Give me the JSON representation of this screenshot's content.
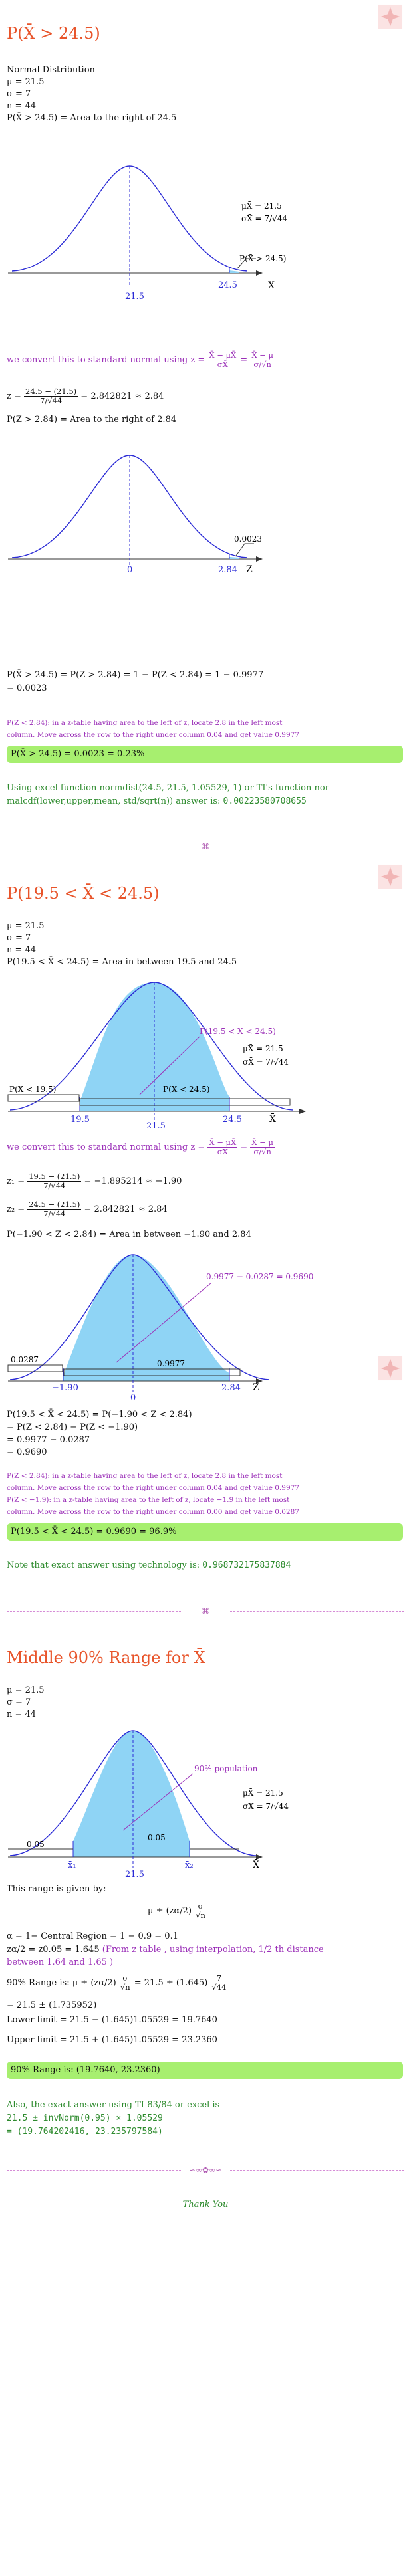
{
  "colors": {
    "heading": "#e8542a",
    "purple": "#9b30b8",
    "green": "#2e8b2e",
    "highlight": "#a7ef6f",
    "shade": "#8fd4f5",
    "curve": "#2b2bd6"
  },
  "s1": {
    "title": "P(X̄ > 24.5)",
    "l1": "Normal Distribution",
    "l2": "μ = 21.5",
    "l3": "σ = 7",
    "l4": "n = 44",
    "l5": "P(X̄ > 24.5) = Area to the right of 24.5",
    "g1": {
      "mu": "μX̄ = 21.5",
      "sig": "σX̄ = 7/√44",
      "ptag": "P(X̄ > 24.5)",
      "c": "21.5",
      "v": "24.5",
      "axis": "X̄"
    },
    "convert": "we convert this to standard normal using z =",
    "zA": "X̄ − μX̄",
    "zB": "σX̄",
    "zC": "X̄ − μ",
    "zD": "σ/√n",
    "z_pre": "z =",
    "z_num": "24.5 − (21.5)",
    "z_den": "7/√44",
    "z_post": "= 2.842821 ≈ 2.84",
    "l6": "P(Z > 2.84) = Area to the right of 2.84",
    "g2": {
      "ptag": "0.0023",
      "c": "0",
      "v": "2.84",
      "axis": "Z"
    },
    "r1": "P(X̄ > 24.5) = P(Z > 2.84) = 1 − P(Z < 2.84) = 1 − 0.9977",
    "r2": "= 0.0023",
    "note1": "P(Z < 2.84): in a z-table having area to the left of z, locate 2.8 in the left most",
    "note2": "column. Move across the row to the right under column 0.04 and get value 0.9977",
    "ans": "P(X̄ > 24.5) = 0.0023 = 0.23%",
    "ex1": "Using excel function normdist(24.5, 21.5, 1.05529, 1) or TI's function nor-",
    "ex2a": "malcdf(lower,upper,mean, std/sqrt(n)) answer is:",
    "ex2b": "0.00223580708655"
  },
  "sep": "⌘",
  "s2": {
    "title": "P(19.5 < X̄ < 24.5)",
    "l2": "μ = 21.5",
    "l3": "σ = 7",
    "l4": "n = 44",
    "l5": "P(19.5 < X̄ < 24.5) = Area in between 19.5 and 24.5",
    "g1": {
      "mu": "μX̄ = 21.5",
      "sig": "σX̄ = 7/√44",
      "ptag": "P(19.5 < X̄ < 24.5)",
      "lt": "P(X̄ < 19.5)",
      "rt": "P(X̄ < 24.5)",
      "a": "19.5",
      "c": "21.5",
      "b": "24.5",
      "axis": "X̄"
    },
    "convert": "we convert this to standard normal using z =",
    "z1_pre": "z₁ =",
    "z1_num": "19.5 − (21.5)",
    "z1_den": "7/√44",
    "z1_post": "= −1.895214 ≈ −1.90",
    "z2_pre": "z₂ =",
    "z2_num": "24.5 − (21.5)",
    "z2_den": "7/√44",
    "z2_post": "= 2.842821 ≈ 2.84",
    "l6": "P(−1.90 < Z < 2.84) = Area in between −1.90 and 2.84",
    "g2": {
      "ptag": "0.9977 − 0.0287 = 0.9690",
      "lt": "0.0287",
      "rt": "0.9977",
      "a": "−1.90",
      "c": "0",
      "b": "2.84",
      "axis": "Z"
    },
    "r1": "P(19.5 < X̄ < 24.5) = P(−1.90 < Z < 2.84)",
    "r2": "= P(Z < 2.84) − P(Z < −1.90)",
    "r3": "= 0.9977 − 0.0287",
    "r4": "= 0.9690",
    "n1": "P(Z < 2.84): in a z-table having area to the left of z, locate 2.8 in the left most",
    "n2": "column. Move across the row to the right under column 0.04 and get value 0.9977",
    "n3": "P(Z < −1.9): in a z-table having area to the left of z, locate −1.9 in the left most",
    "n4": "column. Move across the row to the right under column 0.00 and get value 0.0287",
    "ans": "P(19.5 < X̄ < 24.5) = 0.9690 = 96.9%",
    "tech_a": "Note that exact answer using technology is:",
    "tech_b": "0.968732175837884"
  },
  "s3": {
    "title": "Middle 90% Range for X̄",
    "l2": "μ = 21.5",
    "l3": "σ = 7",
    "l4": "n = 44",
    "g1": {
      "mu": "μX̄ = 21.5",
      "sig": "σX̄ = 7/√44",
      "ptag": "90% population",
      "lt": "0.05",
      "rt": "0.05",
      "x1": "x̄₁",
      "c": "21.5",
      "x2": "x̄₂",
      "axis": "X̄"
    },
    "given": "This range is given by:",
    "formula": "μ ± (zα/2)",
    "alpha": "α = 1− Central Region = 1 − 0.9 = 0.1",
    "zc_a": "zα/2 = z0.05 = 1.645",
    "zc_b": "(From z table , using interpolation, 1/2 th distance",
    "zc_c": "between 1.64 and 1.65 )",
    "rng_a": "90% Range is: μ ± (zα/2)",
    "rng_b": "= 21.5 ± (1.645)",
    "rng2": "= 21.5 ± (1.735952)",
    "low": "Lower limit = 21.5 − (1.645)1.05529 = 19.7640",
    "up": "Upper limit = 21.5 + (1.645)1.05529 = 23.2360",
    "ans": "90% Range is: (19.7640, 23.2360)",
    "ti1": "Also, the exact answer using TI-83/84 or excel is",
    "ti2": "21.5 ± invNorm(0.95) × 1.05529",
    "ti3": "= (19.764202416, 23.235797584)"
  },
  "end_sep": "∽∞✿∞∽",
  "thanks": "Thank You"
}
